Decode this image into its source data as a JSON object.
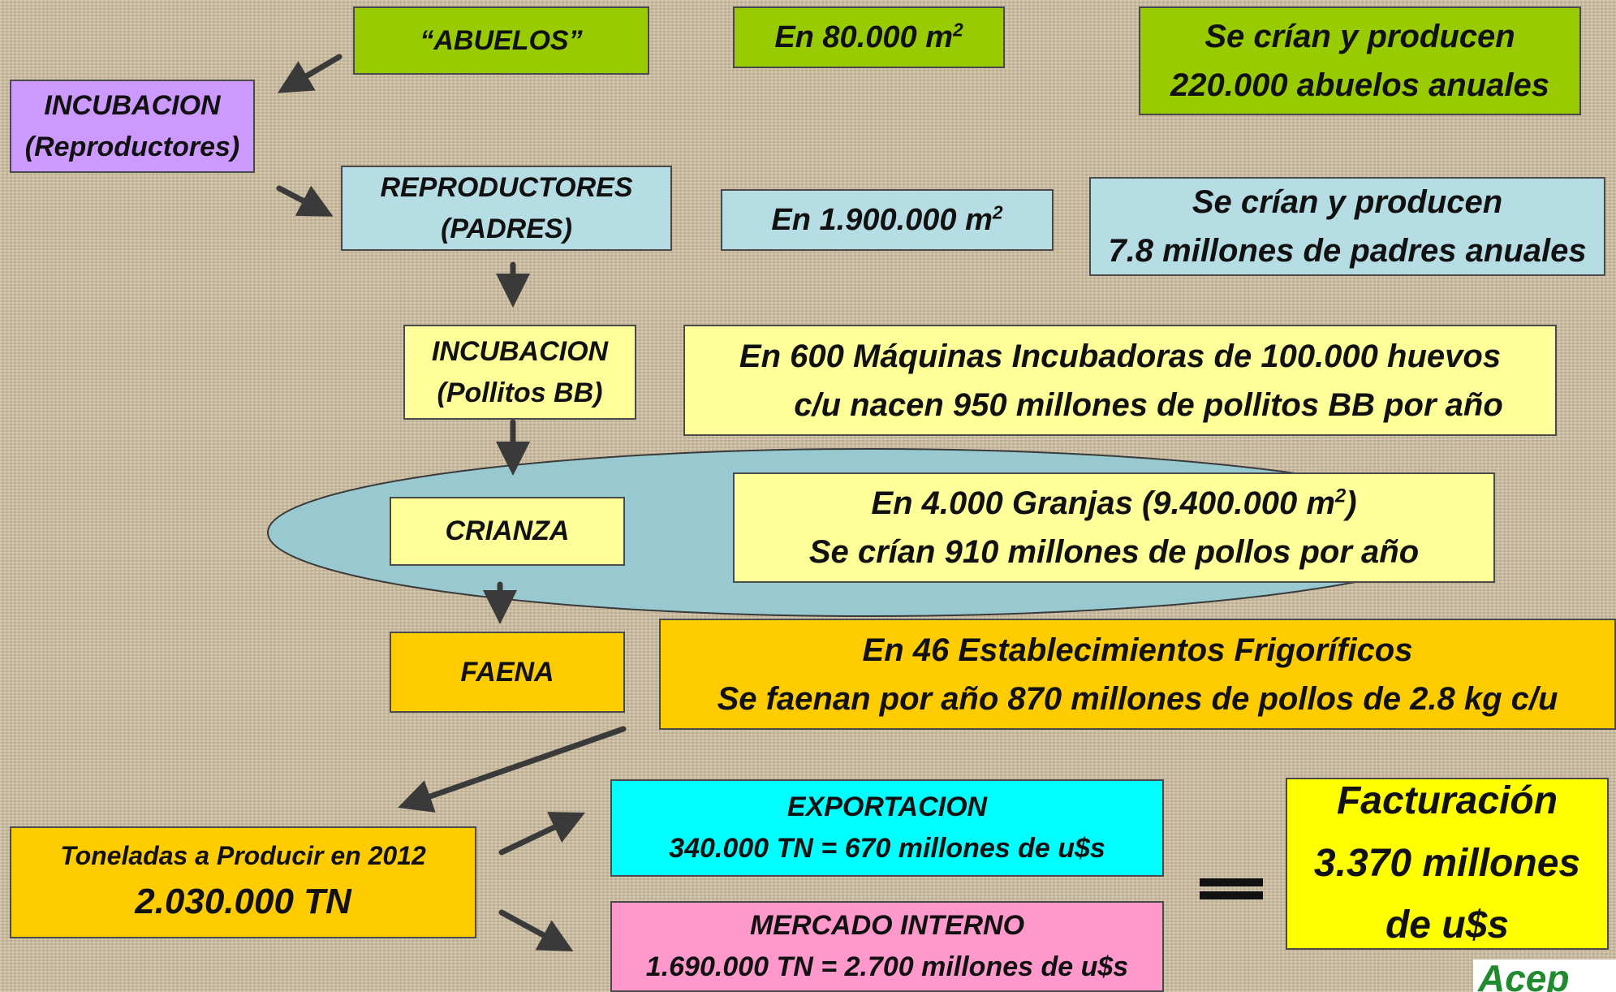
{
  "row1": {
    "abuelos": "“ABUELOS”",
    "area": "En 80.000 m",
    "area_sup": "2",
    "prod_line1": "Se crían y producen",
    "prod_line2": "220.000 abuelos anuales"
  },
  "incubacion_repro": {
    "line1": "INCUBACION",
    "line2": "(Reproductores)"
  },
  "row2": {
    "line1": "REPRODUCTORES",
    "line2": "(PADRES)",
    "area": "En 1.900.000 m",
    "area_sup": "2",
    "prod_line1": "Se crían y producen",
    "prod_line2": "7.8 millones de padres anuales"
  },
  "row3": {
    "line1": "INCUBACION",
    "line2": "(Pollitos BB)",
    "info_line1": "En 600 Máquinas Incubadoras de 100.000 huevos",
    "info_line2": "c/u nacen 950 millones de pollitos BB por año"
  },
  "row4": {
    "label": "CRIANZA",
    "info_line1_a": "En 4.000 Granjas (9.400.000 m",
    "info_line1_sup": "2",
    "info_line1_b": ")",
    "info_line2": "Se crían 910 millones de pollos por año"
  },
  "row5": {
    "label": "FAENA",
    "info_line1": "En 46 Establecimientos Frigoríficos",
    "info_line2": "Se faenan por año 870 millones de pollos de 2.8 kg c/u"
  },
  "toneladas": {
    "line1": "Toneladas a Producir en 2012",
    "line2": "2.030.000 TN"
  },
  "exportacion": {
    "line1": "EXPORTACION",
    "line2": "340.000 TN = 670 millones de u$s"
  },
  "mercado": {
    "line1": "MERCADO INTERNO",
    "line2": "1.690.000 TN = 2.700 millones de u$s"
  },
  "facturacion": {
    "line1": "Facturación",
    "line2": "3.370 millones",
    "line3": "de u$s"
  },
  "logo": {
    "text": "Acep"
  },
  "colors": {
    "green": "#99cc00",
    "lavender": "#cc99ff",
    "lightblue": "#b7dde4",
    "lightyellow": "#ffff99",
    "orange": "#ffcc00",
    "cyan": "#00ffff",
    "pink": "#ff99cc",
    "yellow": "#ffff00",
    "arrow": "#3a3a3a"
  }
}
